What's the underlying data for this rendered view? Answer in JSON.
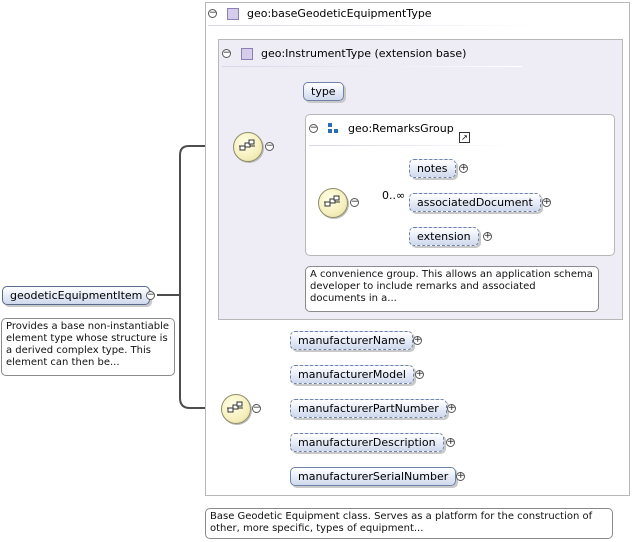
{
  "root_element": {
    "name": "geodeticEquipmentItem",
    "toggle": "−",
    "annotation": "Provides a base non-instantiable element type whose structure is a derived complex type. This element can then be..."
  },
  "base_type": {
    "toggle": "−",
    "name": "geo:baseGeodeticEquipmentType",
    "annotation": "Base Geodetic Equipment class. Serves as a platform for the construction of other, more specific, types of equipment..."
  },
  "extension_base": {
    "toggle": "−",
    "name": "geo:InstrumentType (extension base)",
    "elements": [
      {
        "name": "type",
        "toggle": ""
      }
    ]
  },
  "remarks_group": {
    "toggle": "−",
    "name": "geo:RemarksGroup",
    "shortcut": "↗",
    "cardinality": "0..∞",
    "elements": [
      {
        "name": "notes",
        "toggle": "+"
      },
      {
        "name": "associatedDocument",
        "toggle": "+"
      },
      {
        "name": "extension",
        "toggle": "+"
      }
    ],
    "annotation": "A convenience group. This allows an application schema developer to include remarks and associated documents in a..."
  },
  "sequence_toggle": "−",
  "manufacturer_elements": [
    {
      "name": "manufacturerName",
      "toggle": "+"
    },
    {
      "name": "manufacturerModel",
      "toggle": "+"
    },
    {
      "name": "manufacturerPartNumber",
      "toggle": "+"
    },
    {
      "name": "manufacturerDescription",
      "toggle": "+"
    },
    {
      "name": "manufacturerSerialNumber",
      "toggle": "+"
    }
  ],
  "colors": {
    "type_header_bg": "#eeedf6",
    "node_border": "#6f83a8",
    "compositor_fill": "#f7f0c0",
    "wire": "#555555"
  },
  "icons": {
    "type_marker": "type-square-icon",
    "group_marker": "group-icon",
    "compositor": "sequence-compositor-icon",
    "shortcut": "shortcut-arrow-icon"
  }
}
